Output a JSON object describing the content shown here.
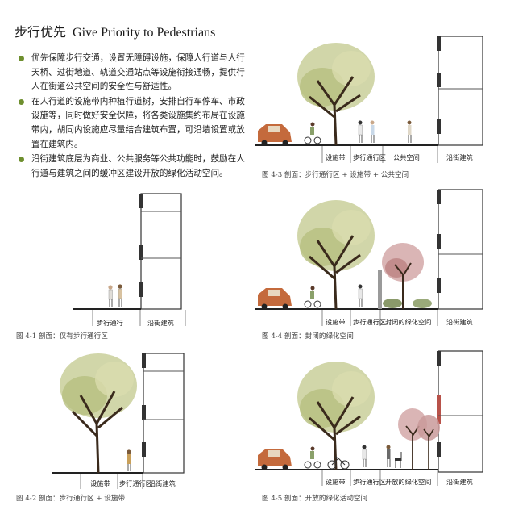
{
  "title": {
    "zh": "步行优先",
    "en": "Give Priority to Pedestrians"
  },
  "bullets": [
    "优先保障步行交通，设置无障碍设施，保障人行道与人行天桥、过街地道、轨道交通站点等设施衔接通畅，提供行人在街道公共空间的安全性与舒适性。",
    "在人行道的设施带内种植行道树，安排自行车停车、市政设施等，同时做好安全保障，将各类设施集约布局在设施带内，胡同内设施应尽量结合建筑布置，可沿墙设置或放置在建筑内。",
    "沿街建筑底层为商业、公共服务等公共功能时，鼓励在人行道与建筑之间的缓冲区建设开放的绿化活动空间。"
  ],
  "figures": {
    "f1": {
      "caption": "图 4-1  剖面：仅有步行通行区",
      "labels": [
        "步行通行",
        "沿街建筑"
      ]
    },
    "f2": {
      "caption": "图 4-2  剖面：步行通行区 + 设施带",
      "labels": [
        "设施带",
        "步行通行区",
        "沿街建筑"
      ]
    },
    "f3": {
      "caption": "图 4-3  剖面：步行通行区 + 设施带 + 公共空间",
      "labels": [
        "设施带",
        "步行通行区",
        "公共空间",
        "沿街建筑"
      ]
    },
    "f4": {
      "caption": "图 4-4  剖面：封闭的绿化空间",
      "labels": [
        "设施带",
        "步行通行区",
        "封闭的绿化空间",
        "沿街建筑"
      ]
    },
    "f5": {
      "caption": "图 4-5  剖面：开放的绿化活动空间",
      "labels": [
        "设施带",
        "步行通行区",
        "开放的绿化空间",
        "沿街建筑"
      ]
    }
  }
}
